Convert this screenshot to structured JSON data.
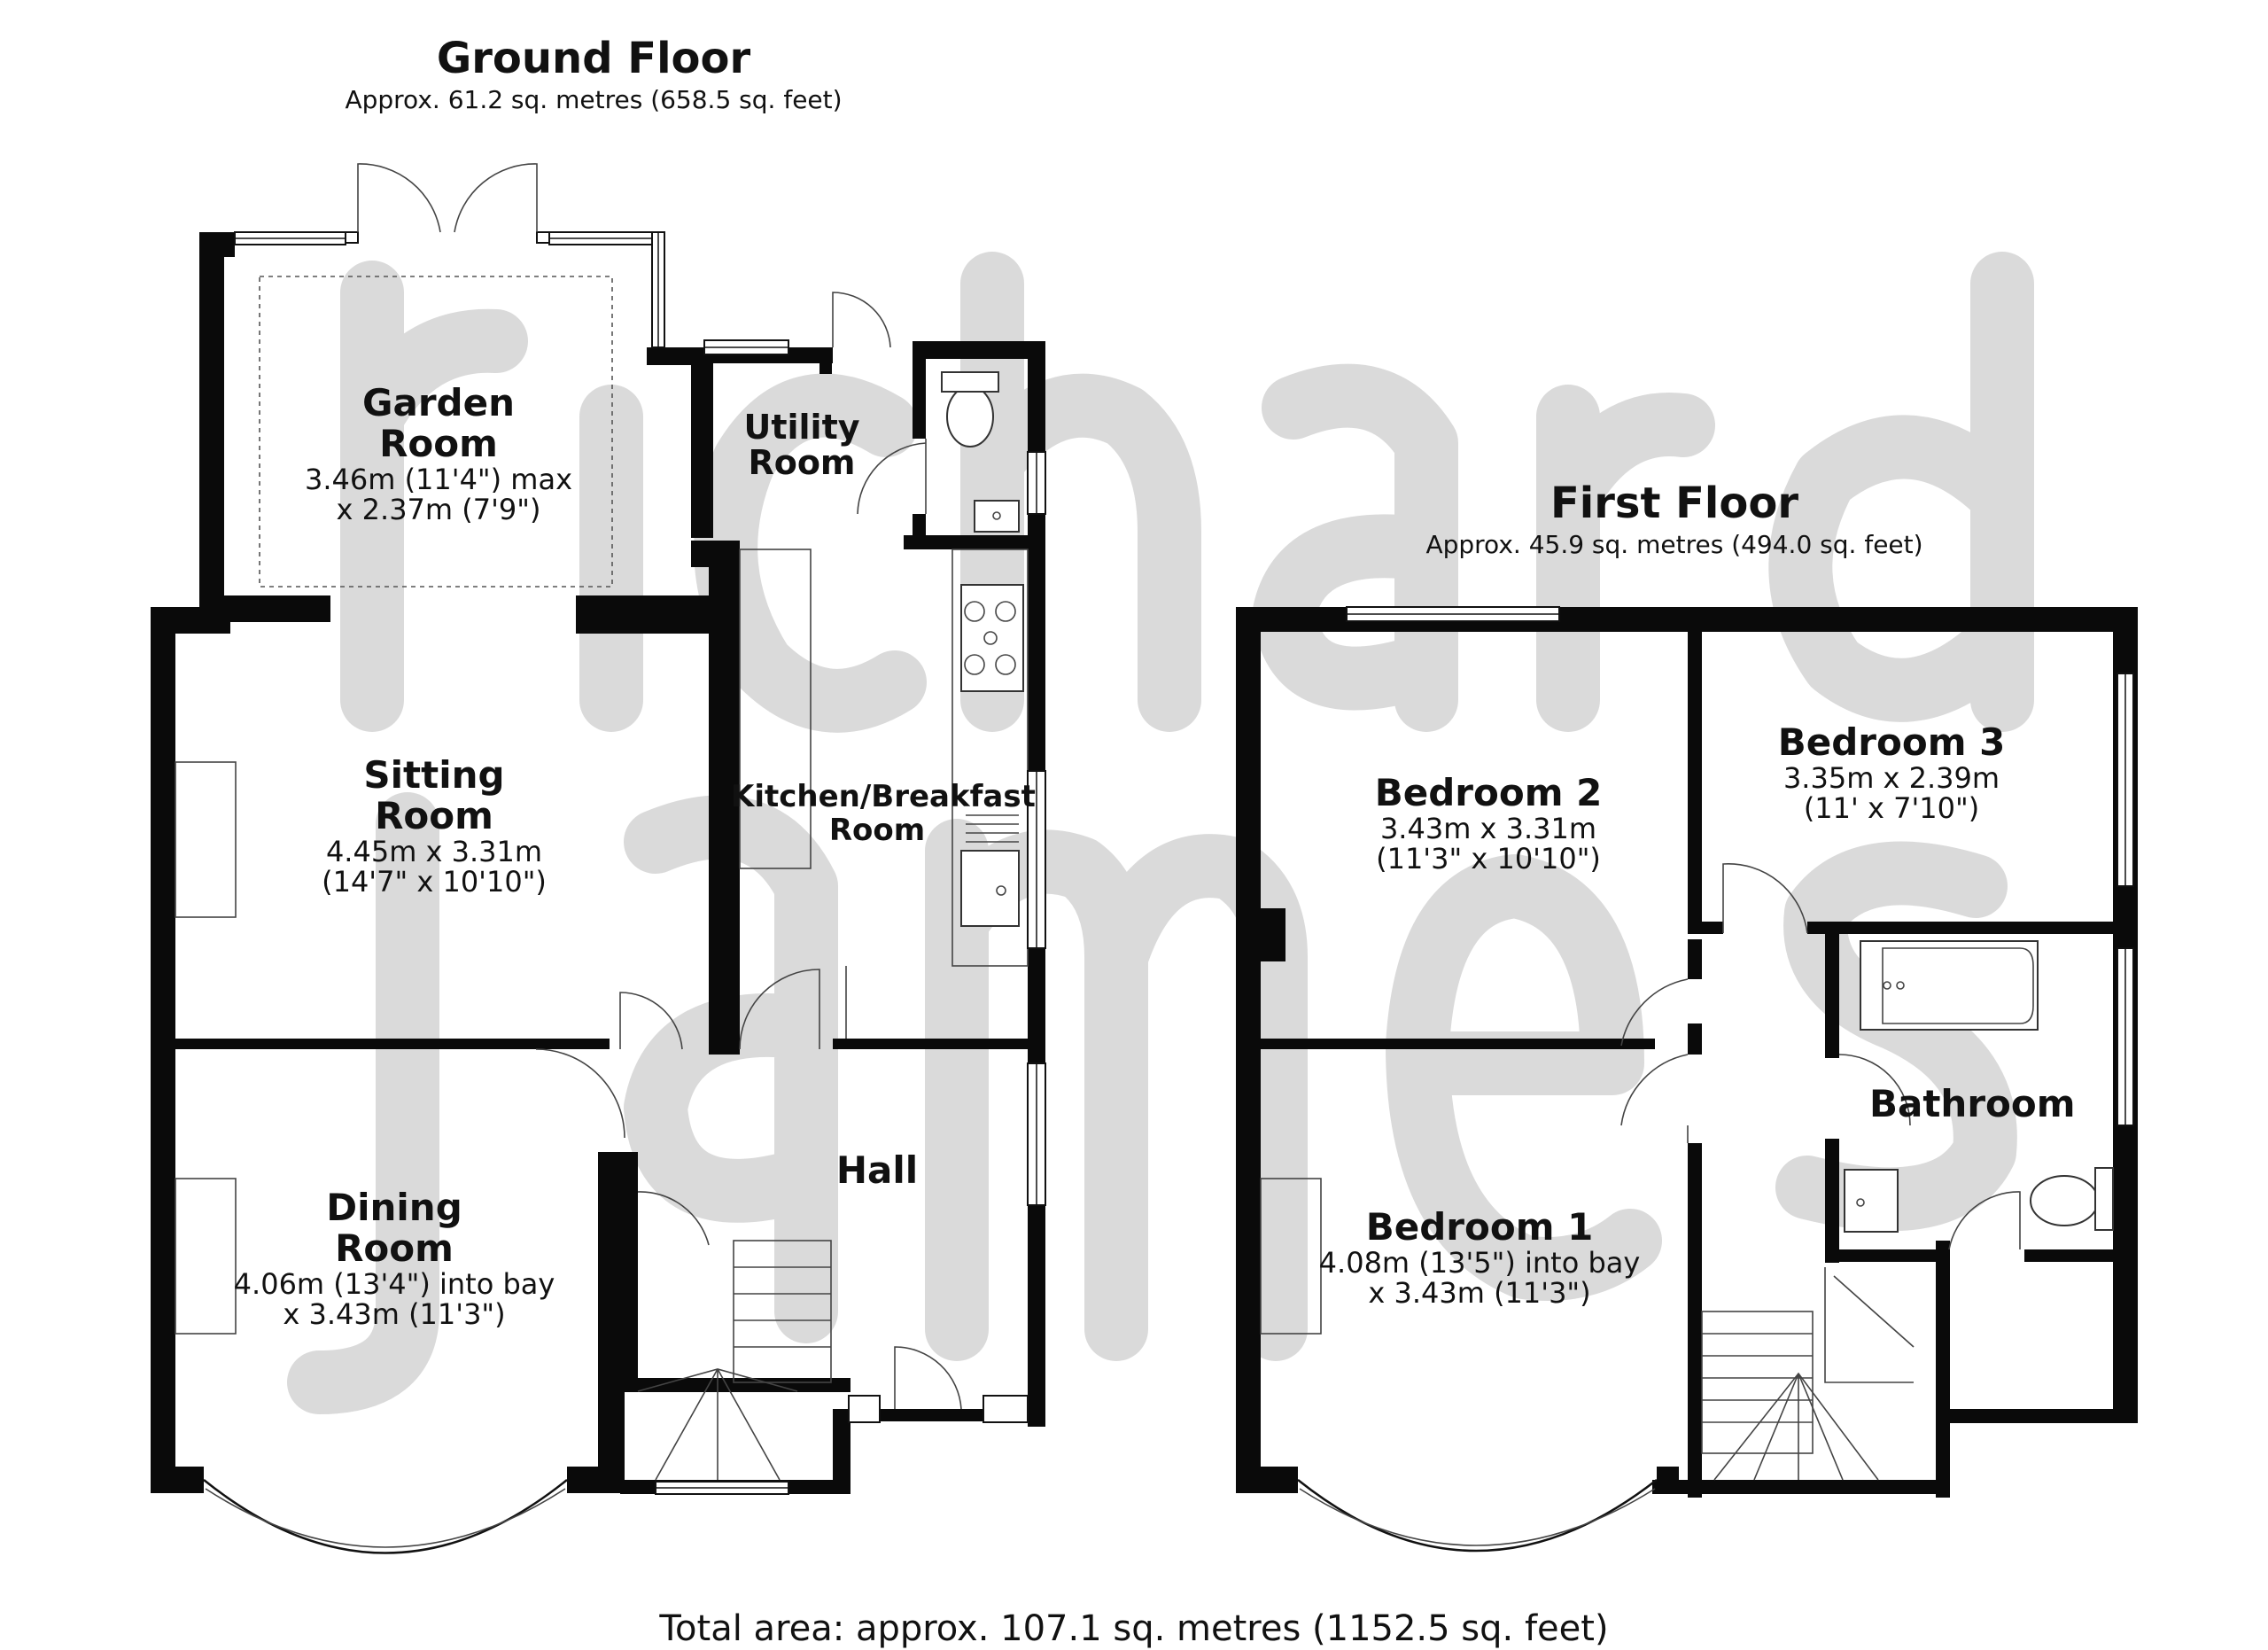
{
  "ground_floor": {
    "title": "Ground Floor",
    "area": "Approx. 61.2 sq. metres (658.5 sq. feet)"
  },
  "first_floor": {
    "title": "First Floor",
    "area": "Approx. 45.9 sq. metres (494.0 sq. feet)"
  },
  "rooms": {
    "garden_room": {
      "name": "Garden\nRoom",
      "dims": "3.46m (11'4\") max\nx 2.37m (7'9\")"
    },
    "utility_room": {
      "name": "Utility\nRoom"
    },
    "sitting_room": {
      "name": "Sitting\nRoom",
      "dims": "4.45m x 3.31m\n(14'7\" x 10'10\")"
    },
    "kitchen": {
      "name": "Kitchen/Breakfast\nRoom"
    },
    "dining_room": {
      "name": "Dining\nRoom",
      "dims": "4.06m (13'4\") into bay\nx 3.43m (11'3\")"
    },
    "hall": {
      "name": "Hall"
    },
    "bedroom_2": {
      "name": "Bedroom 2",
      "dims": "3.43m x 3.31m\n(11'3\" x 10'10\")"
    },
    "bedroom_3": {
      "name": "Bedroom 3",
      "dims": "3.35m x 2.39m\n(11' x 7'10\")"
    },
    "bathroom": {
      "name": "Bathroom"
    },
    "bedroom_1": {
      "name": "Bedroom 1",
      "dims": "4.08m (13'5\") into bay\nx 3.43m (11'3\")"
    }
  },
  "total_area": "Total area: approx. 107.1 sq. metres (1152.5 sq. feet)",
  "watermark": {
    "brand": "richard james",
    "color": "#d6d6d6"
  },
  "colors": {
    "wall": "#0a0a0a",
    "background": "#ffffff"
  }
}
